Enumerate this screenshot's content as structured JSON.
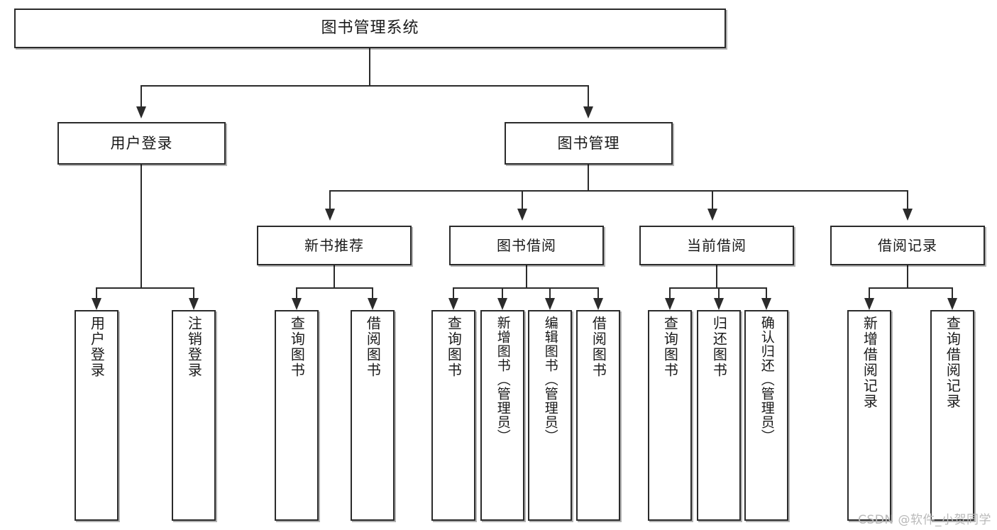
{
  "diagram": {
    "type": "tree",
    "title": "图书管理系统",
    "watermark": "CSDN @软件_小贺同学",
    "colors": {
      "box_border": "#2b2b2b",
      "box_fill": "#ffffff",
      "connector": "#2b2b2b",
      "text": "#1a1a1a",
      "watermark": "#b9b9b9",
      "background": "#ffffff"
    },
    "root": {
      "label": "图书管理系统"
    },
    "level2": [
      {
        "label": "用户登录"
      },
      {
        "label": "图书管理"
      }
    ],
    "level3": [
      {
        "label": "新书推荐"
      },
      {
        "label": "图书借阅"
      },
      {
        "label": "当前借阅"
      },
      {
        "label": "借阅记录"
      }
    ],
    "leaves": {
      "user_login": [
        {
          "label": "用户登录"
        },
        {
          "label": "注销登录"
        }
      ],
      "new_book_recommend": [
        {
          "label": "查询图书"
        },
        {
          "label": "借阅图书"
        }
      ],
      "book_borrow": [
        {
          "label": "查询图书"
        },
        {
          "label": "新增图书（管理员）"
        },
        {
          "label": "编辑图书（管理员）"
        },
        {
          "label": "借阅图书"
        }
      ],
      "current_borrow": [
        {
          "label": "查询图书"
        },
        {
          "label": "归还图书"
        },
        {
          "label": "确认归还（管理员）"
        }
      ],
      "borrow_record": [
        {
          "label": "新增借阅记录"
        },
        {
          "label": "查询借阅记录"
        }
      ]
    }
  }
}
